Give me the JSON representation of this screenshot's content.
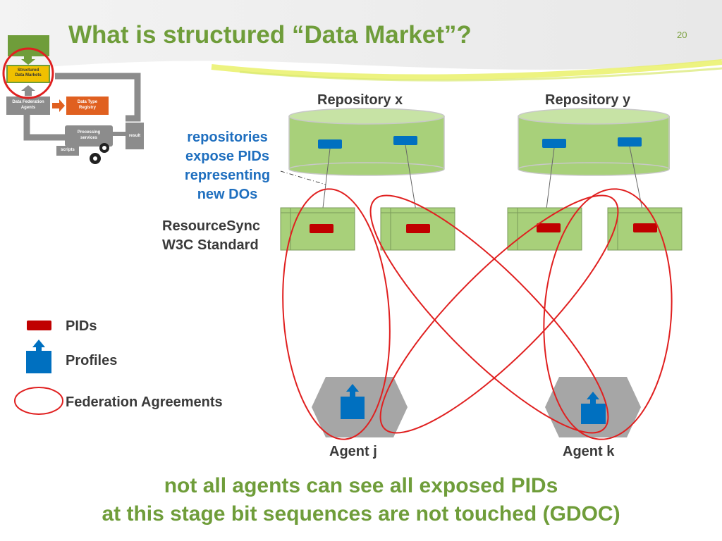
{
  "slide": {
    "title": "What is structured “Data Market”?",
    "page_number": "20"
  },
  "thumbnail": {
    "top_box": "",
    "structured": "Structured",
    "data_markets": "Data Markets",
    "fed_agents_1": "Data Federation",
    "fed_agents_2": "Agents",
    "dtr_1": "Data Type",
    "dtr_2": "Registry",
    "proc_1": "Processing",
    "proc_2": "services",
    "scripts": "scripts",
    "result": "result"
  },
  "diagram": {
    "repository_x": "Repository x",
    "repository_y": "Repository y",
    "note": [
      "repositories",
      "expose PIDs",
      "representing",
      "new DOs"
    ],
    "resourcesync_1": "ResourceSync",
    "resourcesync_2": "W3C Standard",
    "agent_j": "Agent j",
    "agent_k": "Agent k"
  },
  "legend": {
    "pids": "PIDs",
    "profiles": "Profiles",
    "federation": "Federation Agreements"
  },
  "footer": {
    "line1": "not all agents can see all exposed PIDs",
    "line2": "at this stage bit sequences are not touched (GDOC)"
  },
  "colors": {
    "title_green": "#6f9d3a",
    "repo_green": "#a8d07a",
    "pid_red": "#c00000",
    "profile_blue": "#0070c0",
    "agreement_red": "#e02020",
    "agent_gray": "#a6a6a6"
  }
}
